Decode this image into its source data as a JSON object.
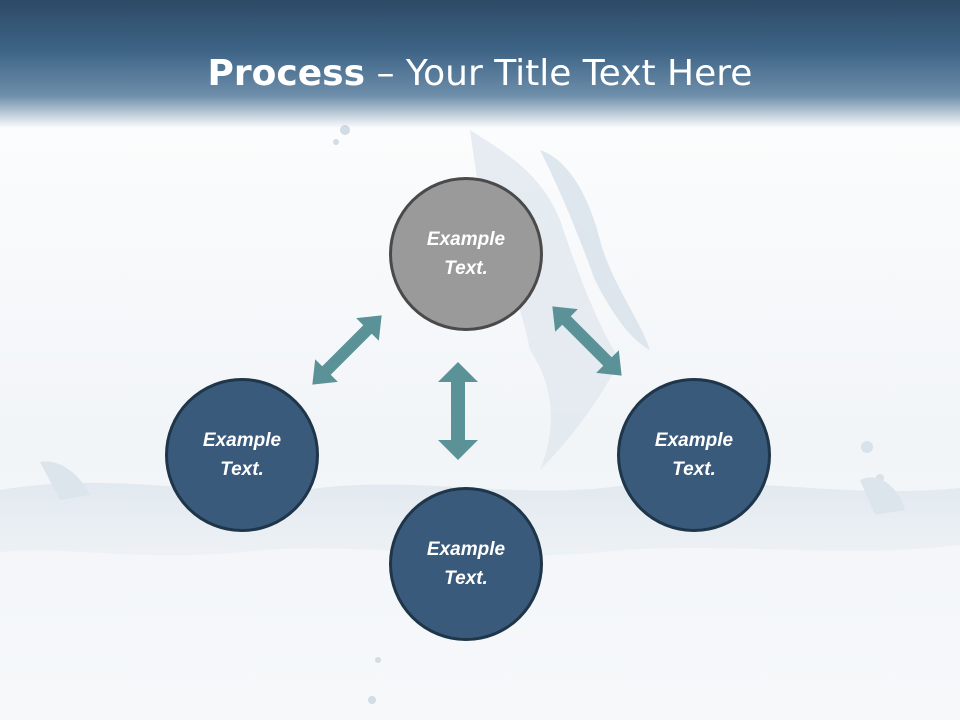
{
  "title": {
    "bold": "Process",
    "rest": " – Your Title Text Here"
  },
  "nodes": [
    {
      "line1": "Example",
      "line2": "Text."
    },
    {
      "line1": "Example",
      "line2": "Text."
    },
    {
      "line1": "Example",
      "line2": "Text."
    },
    {
      "line1": "Example",
      "line2": "Text."
    }
  ],
  "colors": {
    "node_blue": "#3a5a7b",
    "node_gray": "#9a9a9a",
    "arrow": "#5b9297",
    "header": "#2d4a66"
  }
}
